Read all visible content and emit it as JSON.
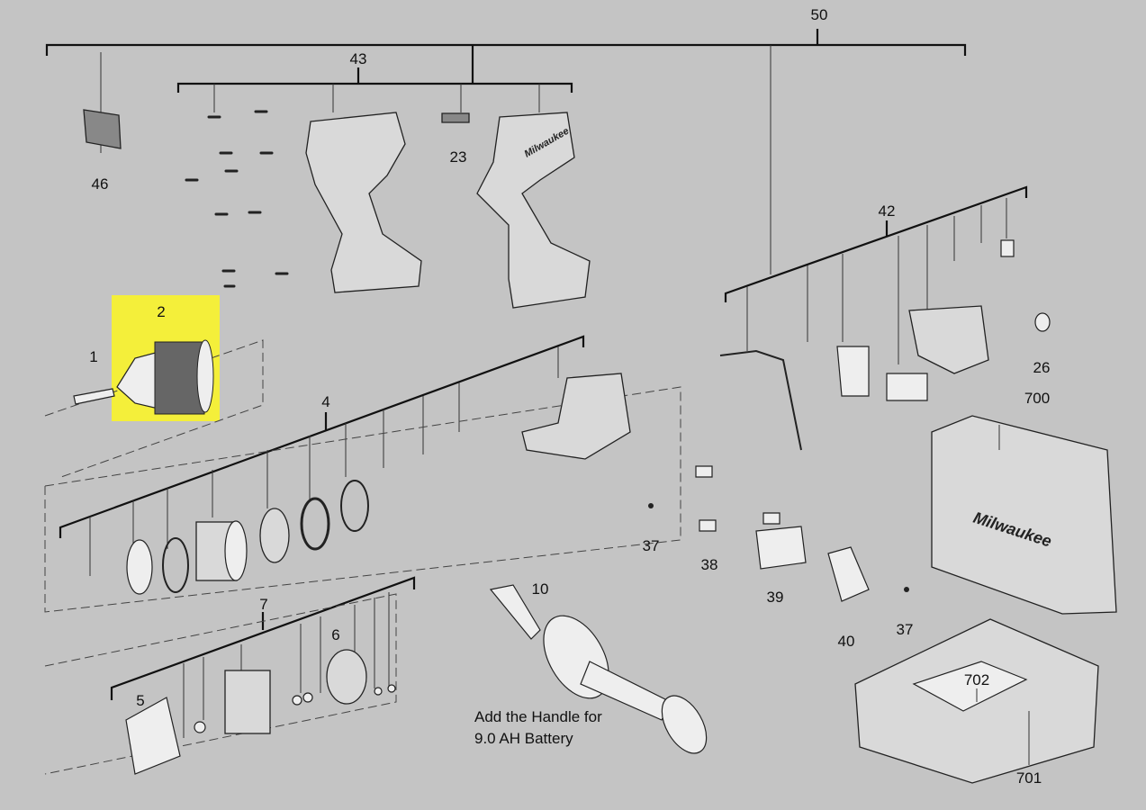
{
  "title": "Exploded parts diagram",
  "highlight_color": "#f4ef3a",
  "background_color": "#c4c4c4",
  "labels": {
    "p50": "50",
    "p43": "43",
    "p46": "46",
    "p23": "23",
    "p42": "42",
    "p2": "2",
    "p1": "1",
    "p4": "4",
    "p26": "26",
    "p700": "700",
    "p37a": "37",
    "p38": "38",
    "p39": "39",
    "p7": "7",
    "p6": "6",
    "p10": "10",
    "p5": "5",
    "p40": "40",
    "p37b": "37",
    "p702": "702",
    "p701": "701"
  },
  "note": {
    "line1": "Add the Handle for",
    "line2": "9.0 AH Battery"
  },
  "logos": {
    "housing": "Milwaukee",
    "case": "Milwaukee"
  }
}
